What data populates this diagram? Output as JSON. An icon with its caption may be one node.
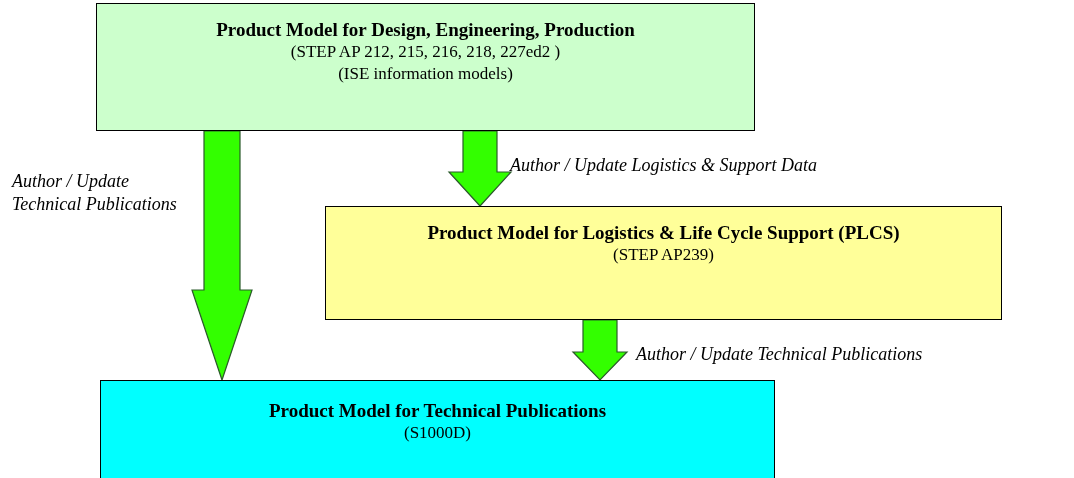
{
  "diagram": {
    "nodes": [
      {
        "text": [
          "Product Model for Design, Engineering, Production",
          "(STEP AP 212, 215, 216, 218, 227ed2 )",
          "(ISE information models)"
        ]
      },
      {
        "text": [
          "Product Model for Logistics & Life Cycle Support (PLCS)",
          "(STEP AP239)"
        ]
      },
      {
        "text": [
          "Product Model for Technical Publications",
          "(S1000D)"
        ]
      }
    ],
    "edges": [
      {
        "from": 0,
        "to": 2,
        "arrow": "to",
        "label": "Author / Update Technical Publications"
      },
      {
        "from": 0,
        "to": 1,
        "arrow": "to",
        "label": "Author / Update Logistics & Support Data"
      },
      {
        "from": 1,
        "to": 2,
        "arrow": "to",
        "label": "Author / Update Technical Publications"
      }
    ]
  }
}
